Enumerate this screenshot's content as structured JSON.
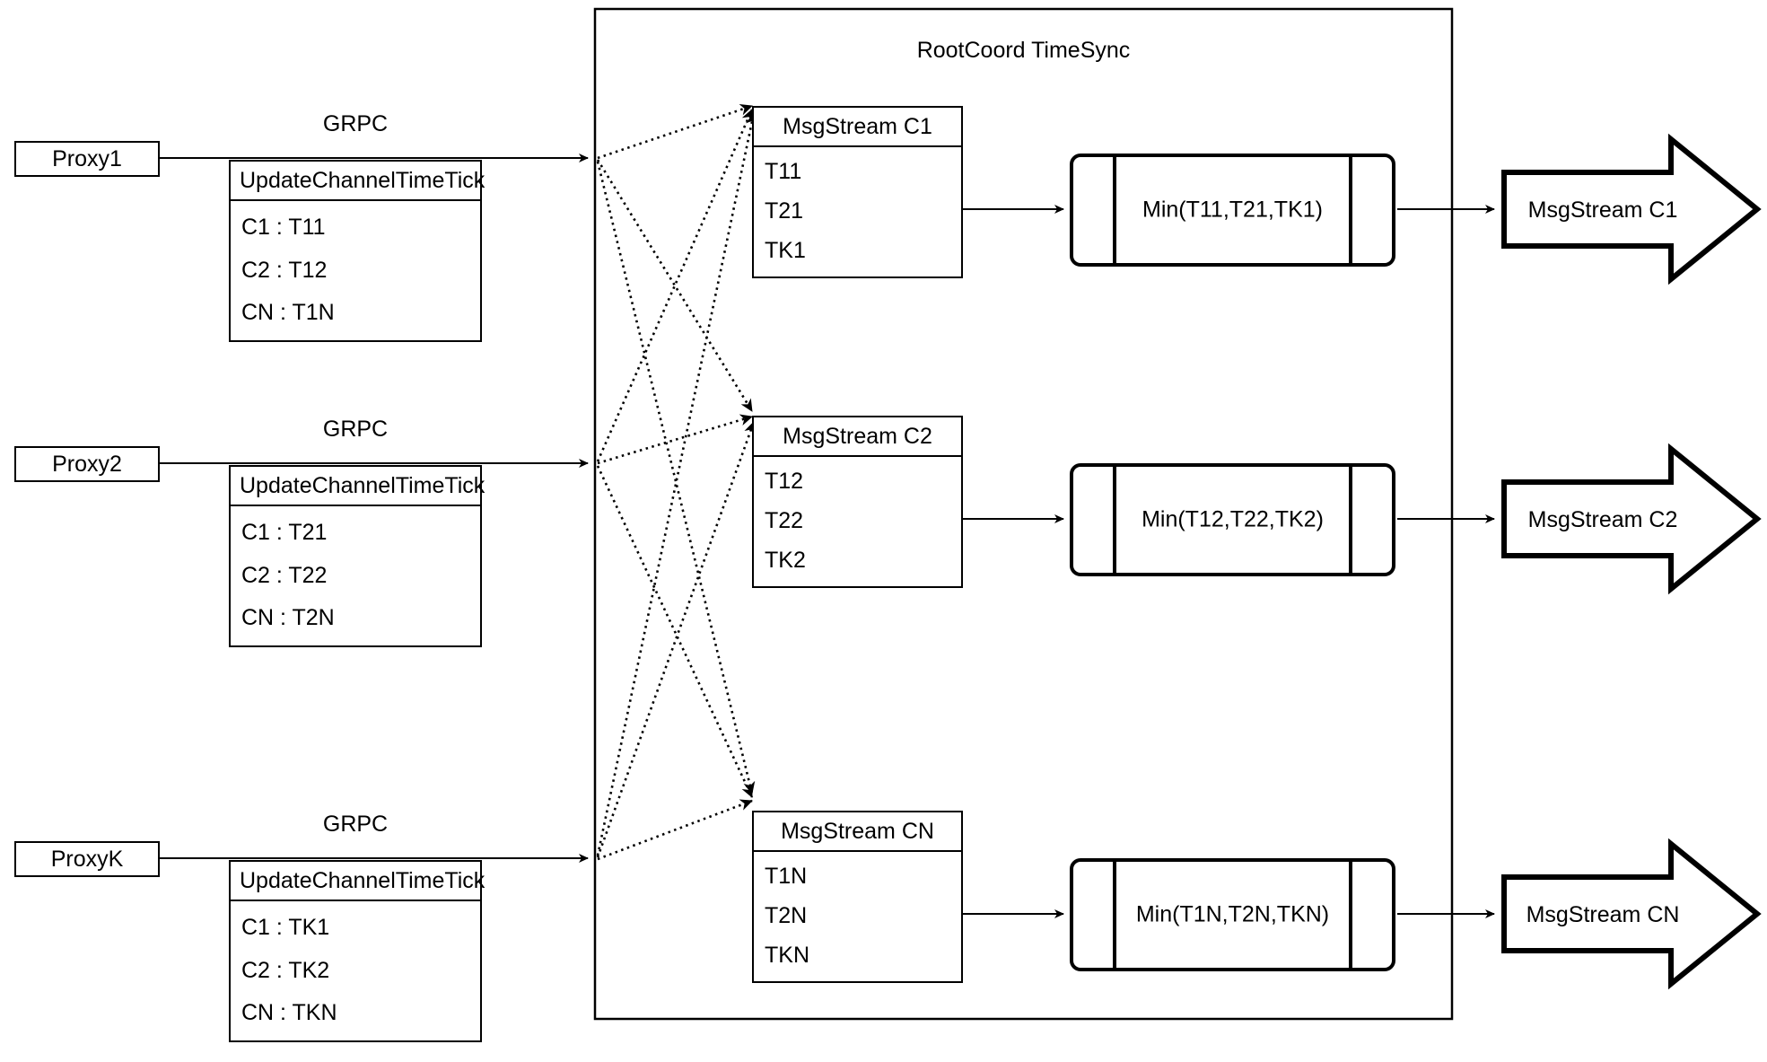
{
  "diagram": {
    "title": "RootCoord TimeSync",
    "container_label": "RootCoord TimeSync"
  },
  "proxies": [
    {
      "name": "Proxy1",
      "link_label": "GRPC",
      "request": {
        "header": "UpdateChannelTimeTick",
        "rows": [
          "C1 :  T11",
          "C2 :  T12",
          "CN : T1N"
        ]
      }
    },
    {
      "name": "Proxy2",
      "link_label": "GRPC",
      "request": {
        "header": "UpdateChannelTimeTick",
        "rows": [
          "C1 :  T21",
          "C2 :  T22",
          "CN : T2N"
        ]
      }
    },
    {
      "name": "ProxyK",
      "link_label": "GRPC",
      "request": {
        "header": "UpdateChannelTimeTick",
        "rows": [
          "C1 :  TK1",
          "C2 :  TK2",
          "CN : TKN"
        ]
      }
    }
  ],
  "channels": [
    {
      "stream": {
        "header": "MsgStream C1",
        "rows": [
          "T11",
          "T21",
          "TK1"
        ]
      },
      "process": {
        "label": "Min(T11,T21,TK1)"
      },
      "output": {
        "label": "MsgStream C1"
      }
    },
    {
      "stream": {
        "header": "MsgStream C2",
        "rows": [
          "T12",
          "T22",
          "TK2"
        ]
      },
      "process": {
        "label": "Min(T12,T22,TK2)"
      },
      "output": {
        "label": "MsgStream C2"
      }
    },
    {
      "stream": {
        "header": "MsgStream CN",
        "rows": [
          "T1N",
          "T2N",
          "TKN"
        ]
      },
      "process": {
        "label": "Min(T1N,T2N,TKN)"
      },
      "output": {
        "label": "MsgStream CN"
      }
    }
  ],
  "colors": {
    "stroke": "#000000",
    "background": "#ffffff"
  }
}
